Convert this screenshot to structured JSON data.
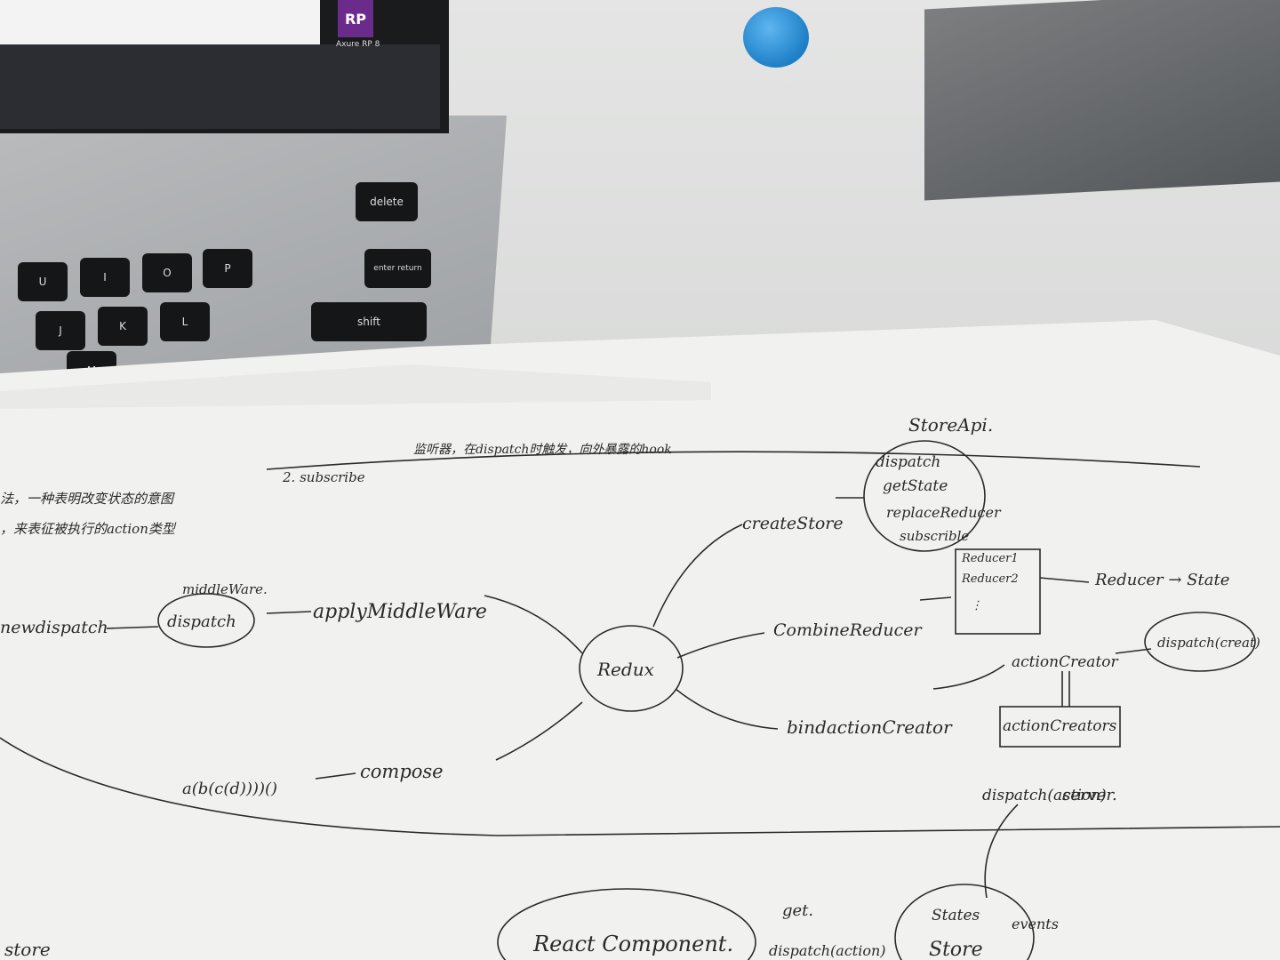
{
  "laptop": {
    "app_icon_text": "RP",
    "app_name": "Axure RP 8",
    "keys": [
      "delete",
      "enter return",
      "shift",
      "U",
      "I",
      "O",
      "P",
      "J",
      "K",
      "L",
      "M"
    ]
  },
  "notes": {
    "store_api_title": "StoreApi.",
    "store_api_items": [
      "dispatch",
      "getState",
      "replaceReducer",
      "subscrible"
    ],
    "center_node": "Redux",
    "branches": {
      "create_store": "createStore",
      "combine_reducer": "CombineReducer",
      "bind_action_creator": "bindactionCreator",
      "apply_middleware": "applyMiddleWare",
      "compose": "compose"
    },
    "reducer_box": [
      "Reducer1",
      "Reducer2",
      "⋮"
    ],
    "reducer_to_state": "Reducer → State",
    "action_creator": "actionCreator",
    "dispatch_create": "dispatch(creat)",
    "action_creators_box": "actionCreators",
    "dispatch_action": "dispatch(action)",
    "server": "server.",
    "middleware_label": "middleWare.",
    "dispatch_circle": "dispatch",
    "new_dispatch": "newdispatch",
    "compose_result": "a(b(c(d))))()",
    "subscribe_line": "2. subscribe",
    "subscribe_note": "监听器，在dispatch时触发，向外暴露的hook",
    "left_note_1": "法，一种表明改变状态的意图",
    "left_note_2": "，来表征被执行的action类型",
    "bottom": {
      "react_component": "React Component.",
      "get": "get.",
      "dispatch_action": "dispatch(action)",
      "states": "States",
      "events": "events",
      "store": "Store",
      "store_left": "store"
    }
  }
}
